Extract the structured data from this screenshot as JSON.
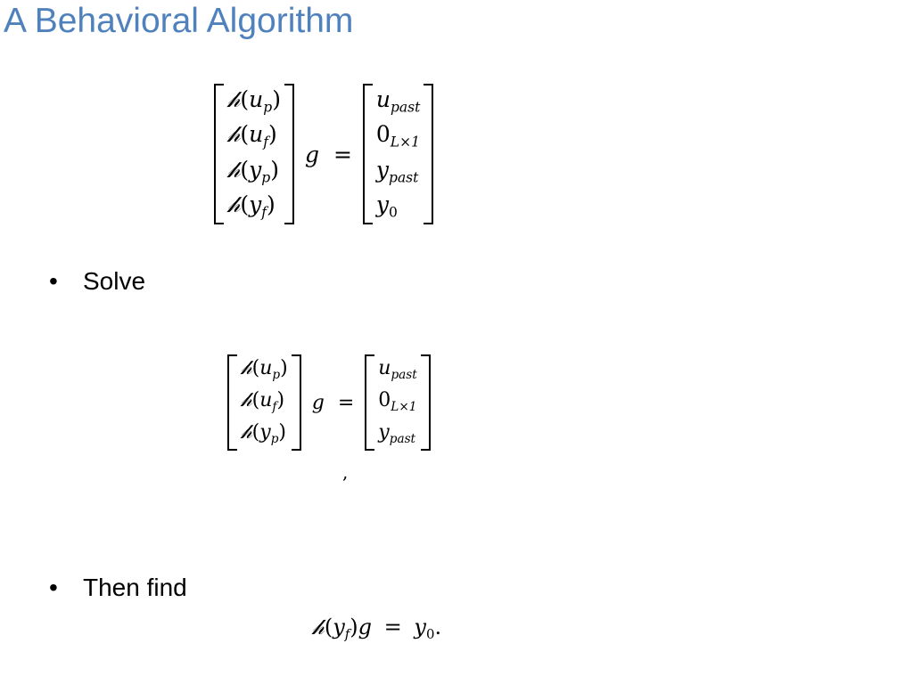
{
  "slide": {
    "title": "A Behavioral Algorithm",
    "bullets": [
      {
        "text": "Solve"
      },
      {
        "text": "Then find"
      }
    ],
    "bullet_glyph": "•"
  },
  "equations": {
    "eq1": {
      "left_entries": [
        {
          "base": "u",
          "sub": "p"
        },
        {
          "base": "u",
          "sub": "f"
        },
        {
          "base": "y",
          "sub": "p"
        },
        {
          "base": "y",
          "sub": "f"
        }
      ],
      "operator_symbol": "𝒽",
      "rhs_entries": [
        {
          "base": "u",
          "sub": "past"
        },
        {
          "base": "0",
          "sub": "L×1"
        },
        {
          "base": "y",
          "sub": "past"
        },
        {
          "base": "y",
          "sub": "0"
        }
      ],
      "g_symbol": "g",
      "equals": "="
    },
    "eq2": {
      "left_entries": [
        {
          "base": "u",
          "sub": "p"
        },
        {
          "base": "u",
          "sub": "f"
        },
        {
          "base": "y",
          "sub": "p"
        }
      ],
      "rhs_entries": [
        {
          "base": "u",
          "sub": "past"
        },
        {
          "base": "0",
          "sub": "L×1"
        },
        {
          "base": "y",
          "sub": "past"
        }
      ],
      "g_symbol": "g",
      "equals": "=",
      "trailing": ","
    },
    "eq3": {
      "operator_arg": {
        "base": "y",
        "sub": "f"
      },
      "g_symbol": "g",
      "equals": "=",
      "rhs": {
        "base": "y",
        "sub": "0"
      },
      "trailing": "."
    }
  }
}
